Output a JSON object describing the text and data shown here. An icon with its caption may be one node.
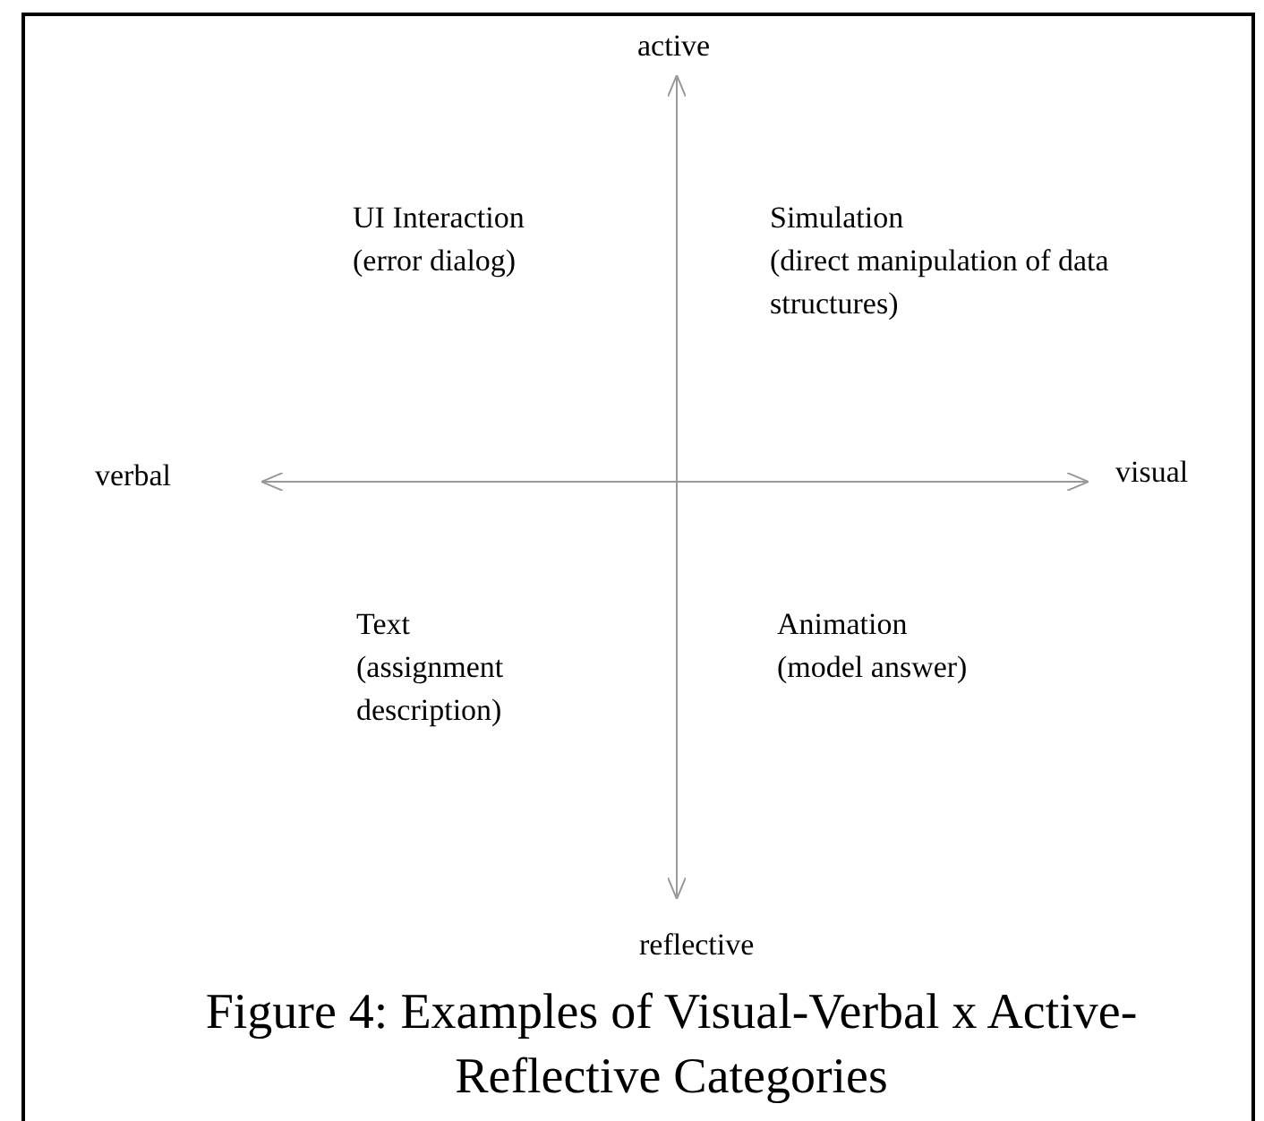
{
  "diagram": {
    "caption": "Figure 4: Examples of Visual-Verbal x Active-Reflective Categories",
    "labels": [
      "active",
      "UI Interaction",
      "(error dialog)",
      "Simulation",
      "(direct manipulation of data structures)",
      "verbal",
      "visual",
      "Text",
      "(assignment description)",
      "Animation",
      "(model answer)",
      "reflective"
    ]
  }
}
